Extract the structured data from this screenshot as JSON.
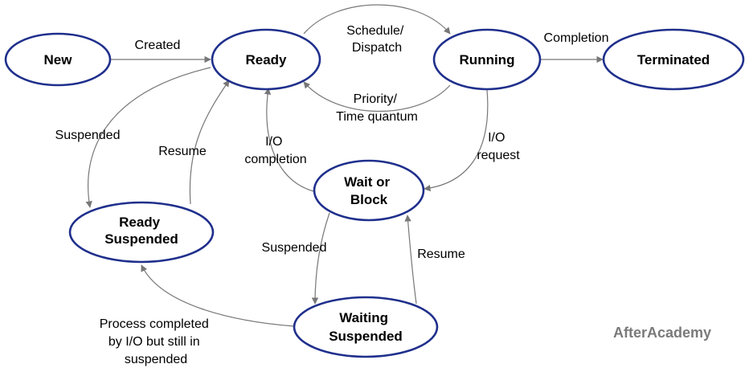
{
  "states": {
    "new": "New",
    "ready": "Ready",
    "running": "Running",
    "terminated": "Terminated",
    "wait_block": [
      "Wait or",
      "Block"
    ],
    "ready_suspended": [
      "Ready",
      "Suspended"
    ],
    "waiting_suspended": [
      "Waiting",
      "Suspended"
    ]
  },
  "transitions": {
    "created": [
      "Created"
    ],
    "schedule_dispatch": [
      "Schedule/",
      "Dispatch"
    ],
    "completion": [
      "Completion"
    ],
    "priority_time_quantum": [
      "Priority/",
      "Time quantum"
    ],
    "io_request": [
      "I/O",
      "request"
    ],
    "io_completion": [
      "I/O",
      "completion"
    ],
    "ready_to_suspended": [
      "Suspended"
    ],
    "resume_to_ready": [
      "Resume"
    ],
    "wait_to_suspended": [
      "Suspended"
    ],
    "resume_to_wait": [
      "Resume"
    ],
    "process_completed": [
      "Process completed",
      "by I/O but still in",
      "suspended"
    ]
  },
  "watermark": "AfterAcademy",
  "colors": {
    "state_border": "#1f2f8c",
    "arrow": "#777777",
    "watermark": "#7a7a7a"
  }
}
